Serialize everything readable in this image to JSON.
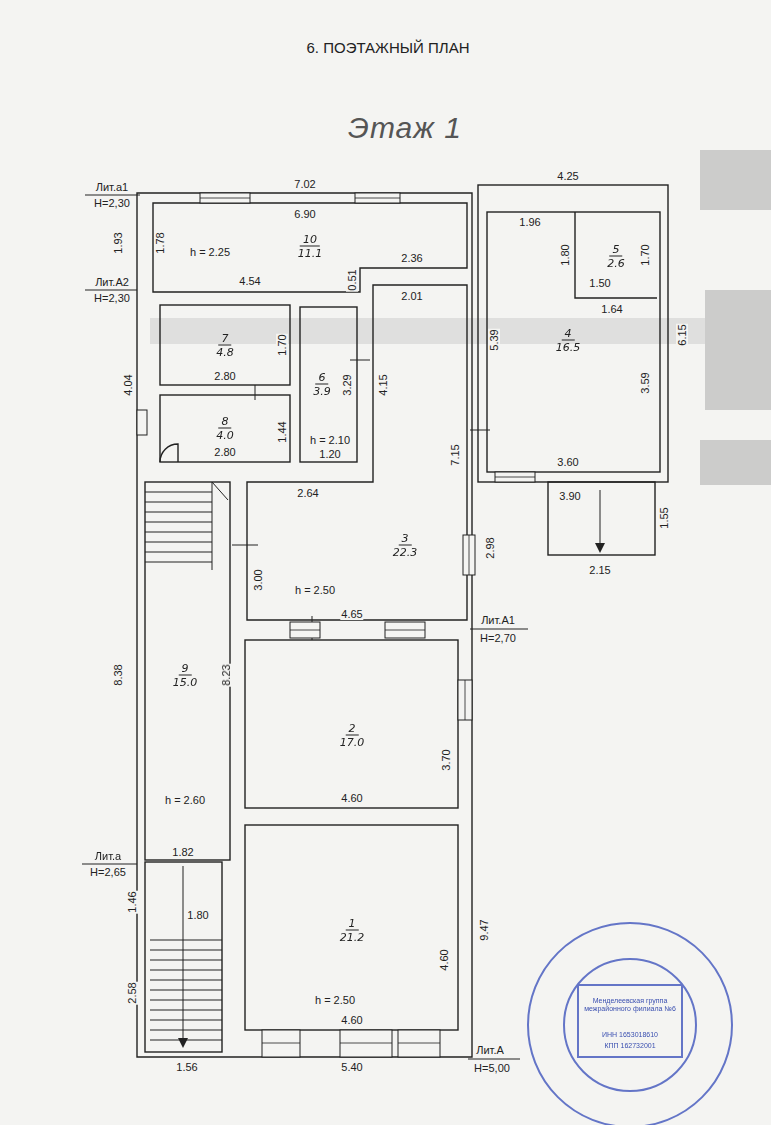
{
  "diagram": {
    "title": "6. ПОЭТАЖНЫЙ ПЛАН",
    "nodes": [
      {
        "text": [
          "10",
          "11.1"
        ]
      },
      {
        "text": [
          "5",
          "2.6"
        ]
      },
      {
        "text": [
          "4",
          "16.5"
        ]
      },
      {
        "text": [
          "7",
          "4.8"
        ]
      },
      {
        "text": [
          "6",
          "3.9"
        ]
      },
      {
        "text": [
          "8",
          "4.0"
        ]
      },
      {
        "text": [
          "3",
          "22.3"
        ]
      },
      {
        "text": [
          "9",
          "15.0"
        ]
      },
      {
        "text": [
          "2",
          "17.0"
        ]
      },
      {
        "text": [
          "1",
          "21.2"
        ]
      }
    ],
    "labels": [
      "Этаж 1",
      "Лит.а1",
      "H=2,30",
      "Лит.А2",
      "H=2,30",
      "Лит.а",
      "H=2,65",
      "Лит.А1",
      "H=2,70",
      "Лит.А",
      "H=5,00",
      "7.02",
      "6.90",
      "4.25",
      "1.96",
      "1.80",
      "1.70",
      "1.50",
      "1.64",
      "6.15",
      "5.39",
      "3.59",
      "1.93",
      "1.78",
      "h = 2.25",
      "4.54",
      "0.51",
      "2.36",
      "2.01",
      "1.70",
      "2.80",
      "4.04",
      "3.29",
      "4.15",
      "1.44",
      "h = 2.10",
      "2.80",
      "1.20",
      "7.15",
      "3.60",
      "3.90",
      "1.55",
      "2.15",
      "2.64",
      "3.00",
      "2.98",
      "h = 2.50",
      "4.65",
      "8.38",
      "8.23",
      "3.70",
      "4.60",
      "h = 2.60",
      "1.82",
      "1.46",
      "1.80",
      "9.47",
      "4.60",
      "2.58",
      "h = 2.50",
      "4.60",
      "1.56",
      "5.40",
      "Менделеевская группа межрайонного филиала №6",
      "ИНН 1653018610",
      "КПП 162732001"
    ]
  }
}
